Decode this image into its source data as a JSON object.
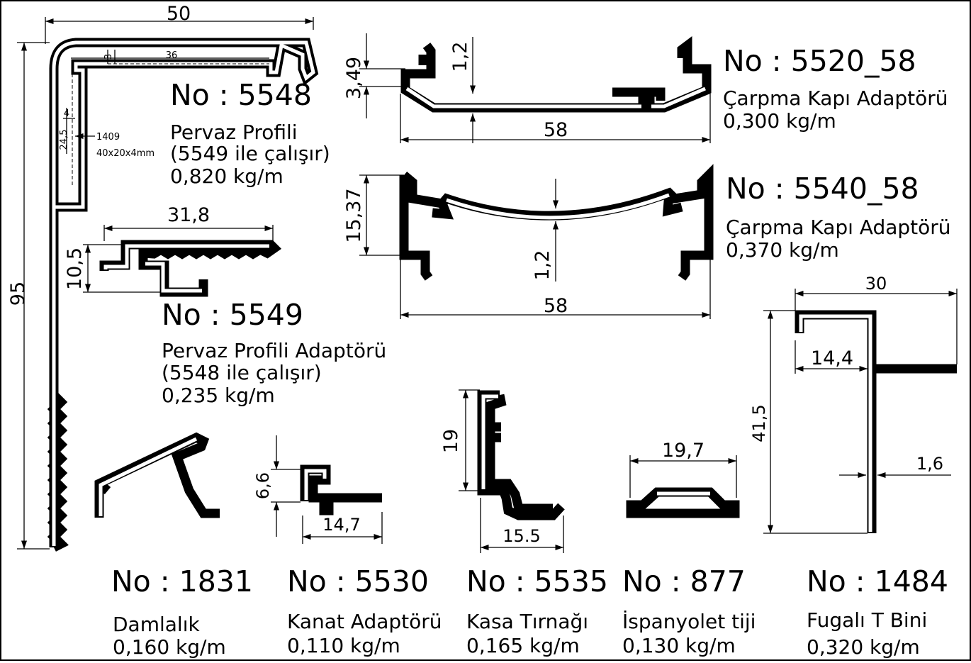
{
  "profiles": [
    {
      "no": "No : 5548",
      "name": "Pervaz Profili",
      "note": "(5549 ile çalışır)",
      "weight": "0,820 kg/m",
      "dims": {
        "width": "50",
        "height": "95",
        "inner": "36",
        "lip": "3",
        "wall": "4",
        "span": "24,5",
        "ref": "1409",
        "tube": "40x20x4mm"
      }
    },
    {
      "no": "No : 5549",
      "name": "Pervaz Profili Adaptörü",
      "note": "(5548 ile çalışır)",
      "weight": "0,235 kg/m",
      "dims": {
        "width": "31,8",
        "height": "10,5"
      }
    },
    {
      "no": "No : 5520_58",
      "name": "Çarpma Kapı Adaptörü",
      "weight": "0,300 kg/m",
      "dims": {
        "width": "58",
        "height": "3,49",
        "thickness": "1,2"
      }
    },
    {
      "no": "No : 5540_58",
      "name": "Çarpma Kapı Adaptörü",
      "weight": "0,370 kg/m",
      "dims": {
        "width": "58",
        "height": "15,37",
        "thickness": "1,2"
      }
    },
    {
      "no": "No : 1831",
      "name": "Damlalık",
      "weight": "0,160 kg/m"
    },
    {
      "no": "No : 5530",
      "name": "Kanat Adaptörü",
      "weight": "0,110 kg/m",
      "dims": {
        "width": "14,7",
        "height": "6,6"
      }
    },
    {
      "no": "No : 5535",
      "name": "Kasa Tırnağı",
      "weight": "0,165 kg/m",
      "dims": {
        "width": "15.5",
        "height": "19"
      }
    },
    {
      "no": "No : 877",
      "name": "İspanyolet tiji",
      "weight": "0,130 kg/m",
      "dims": {
        "width": "19,7"
      }
    },
    {
      "no": "No : 1484",
      "name": "Fugalı T Bini",
      "weight": "0,320 kg/m",
      "dims": {
        "width": "30",
        "height": "41,5",
        "inner": "14,4",
        "thickness": "1,6"
      }
    }
  ]
}
